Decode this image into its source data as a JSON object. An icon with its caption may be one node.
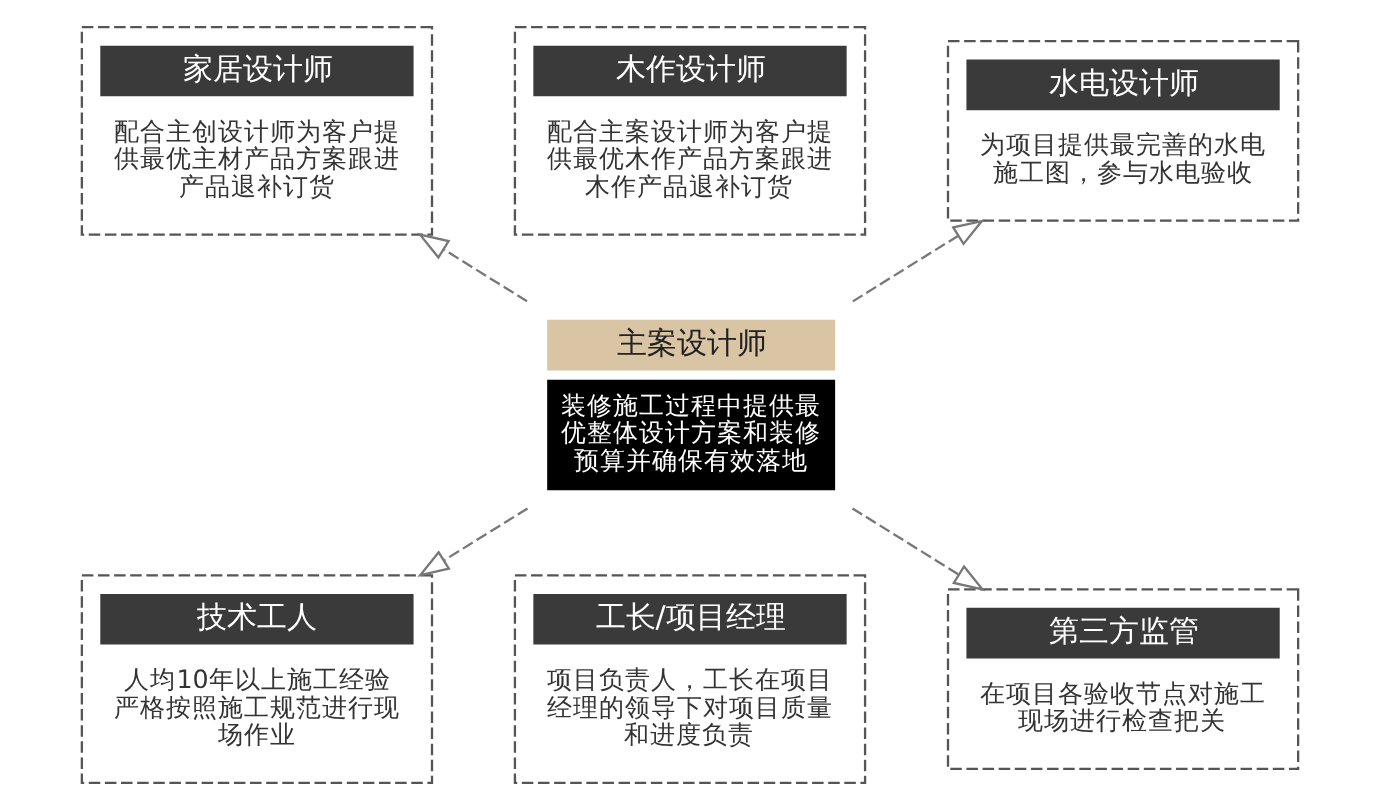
{
  "diagram": {
    "nodes": [
      {
        "text": [
          "木作设计师",
          "配合主案设计师为客户提供最优木作产品方案跟进木作产品退补订货"
        ]
      },
      {
        "text": [
          "家居设计师",
          "配合主创设计师为客户提供最优主材产品方案跟进产品退补订货"
        ]
      },
      {
        "text": [
          "水电设计师",
          "为项目提供最完善的水电施工图，参与水电验收"
        ]
      },
      {
        "text": [
          "主案设计师",
          "装修施工过程中提供最优整体设计方案和装修预算并确保有效落地"
        ]
      },
      {
        "text": [
          "技术工人",
          "人均10年以上施工经验严格按照施工规范进行现场作业"
        ]
      },
      {
        "text": [
          "第三方监管",
          "在项目各验收节点对施工现场进行检查把关"
        ]
      },
      {
        "text": [
          "工长/项目经理",
          "项目负责人，工长在项目经理的领导下对项目质量和进度负责"
        ]
      }
    ],
    "edges": [
      {
        "from": 3,
        "to": 1,
        "arrow": "to",
        "style": "dashed"
      },
      {
        "from": 3,
        "to": 2,
        "arrow": "to",
        "style": "dashed"
      },
      {
        "from": 3,
        "to": 4,
        "arrow": "to",
        "style": "dashed"
      },
      {
        "from": 3,
        "to": 5,
        "arrow": "to",
        "style": "dashed"
      }
    ]
  }
}
